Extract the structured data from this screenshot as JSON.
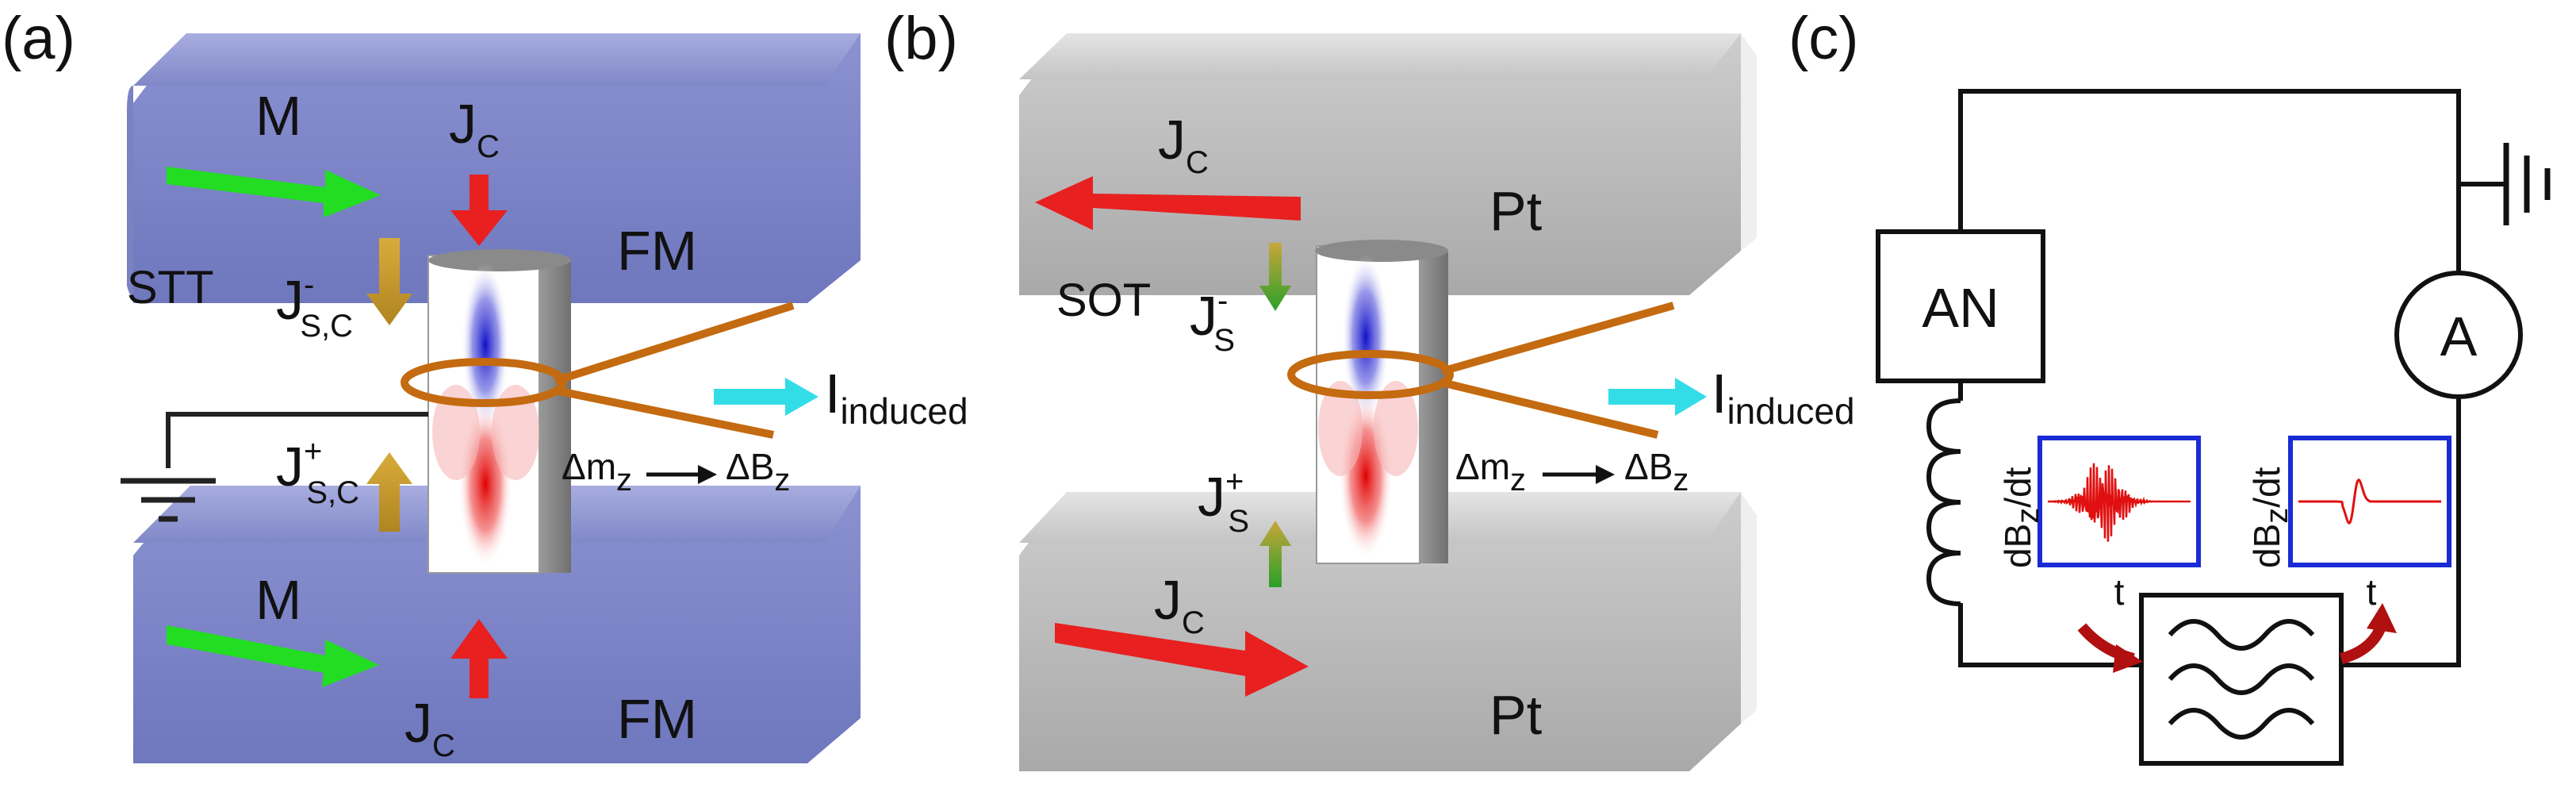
{
  "panels": {
    "a": {
      "label": "(a)",
      "fm_top": "FM",
      "fm_bottom": "FM",
      "m_top": "M",
      "m_bottom": "M",
      "jc_top": "J",
      "jc_top_sub": "C",
      "jc_bottom": "J",
      "jc_bottom_sub": "C",
      "torque": "STT",
      "js_minus": "J",
      "js_minus_sup": "-",
      "js_minus_sub": "S,C",
      "js_plus": "J",
      "js_plus_sup": "+",
      "js_plus_sub": "S,C",
      "induced": "I",
      "induced_sub": "induced",
      "dm": "Δm",
      "dm_sub": "z",
      "db": "ΔB",
      "db_sub": "z"
    },
    "b": {
      "label": "(b)",
      "pt_top": "Pt",
      "pt_bottom": "Pt",
      "jc_top": "J",
      "jc_top_sub": "C",
      "jc_bottom": "J",
      "jc_bottom_sub": "C",
      "torque": "SOT",
      "js_minus": "J",
      "js_minus_sup": "-",
      "js_minus_sub": "S",
      "js_plus": "J",
      "js_plus_sup": "+",
      "js_plus_sub": "S",
      "induced": "I",
      "induced_sub": "induced",
      "dm": "Δm",
      "dm_sub": "z",
      "db": "ΔB",
      "db_sub": "z"
    },
    "c": {
      "label": "(c)",
      "an": "AN",
      "ammeter": "A",
      "ylabel1": "dB",
      "ylabel1_sub": "z",
      "ylabel1_tail": "/dt",
      "xlabel1": "t",
      "ylabel2": "dB",
      "ylabel2_sub": "z",
      "ylabel2_tail": "/dt",
      "xlabel2": "t"
    }
  },
  "colors": {
    "fm_block": "#8f97d4",
    "pt_block": "#cfcfcf",
    "magnetization_arrow": "#22dd22",
    "current_arrow": "#e82020",
    "spin_arrow": "#c89a28",
    "induced_arrow": "#33dde8",
    "coil": "#c46a10",
    "signal": "#e01010",
    "scope_frame": "#1a2bd6"
  }
}
